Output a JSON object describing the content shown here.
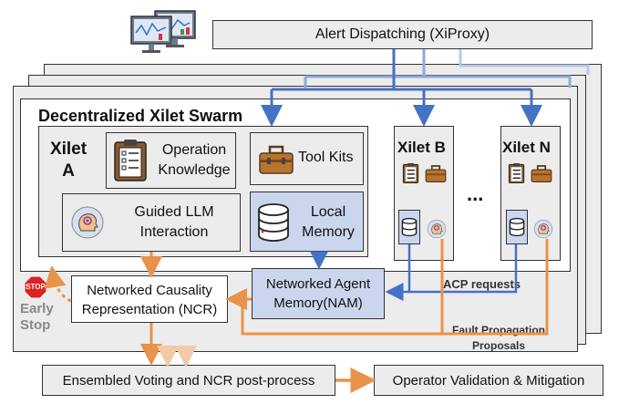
{
  "header": {
    "alert_dispatching": "Alert Dispatching (XiProxy)"
  },
  "swarm": {
    "title": "Decentralized Xilet Swarm",
    "xilet_a": {
      "label_line1": "Xilet",
      "label_line2": "A"
    },
    "xilet_b": {
      "label": "Xilet B"
    },
    "xilet_n": {
      "label": "Xilet N"
    },
    "ellipsis": "...",
    "operation_knowledge": {
      "line1": "Operation",
      "line2": "Knowledge"
    },
    "tool_kits": "Tool Kits",
    "guided_llm": {
      "line1": "Guided LLM",
      "line2": "Interaction"
    },
    "local_memory": {
      "line1": "Local",
      "line2": "Memory"
    },
    "nam": {
      "line1": "Networked Agent",
      "line2": "Memory(NAM)"
    },
    "ncr": {
      "line1": "Networked Causality",
      "line2": "Representation (NCR)"
    },
    "early_stop": {
      "sign": "STOP",
      "line1": "Early",
      "line2": "Stop"
    },
    "acp_requests": "ACP requests",
    "fault_propagation": {
      "line1": "Fault Propagation",
      "line2": "Proposals"
    }
  },
  "footer": {
    "ensembled_voting": "Ensembled Voting and NCR post-process",
    "operator_validation": "Operator Validation & Mitigation"
  },
  "colors": {
    "arrow_blue": "#4472c4",
    "arrow_orange": "#e8924a",
    "fill_gray": "#ececec",
    "fill_blue": "#c9d6ee"
  }
}
